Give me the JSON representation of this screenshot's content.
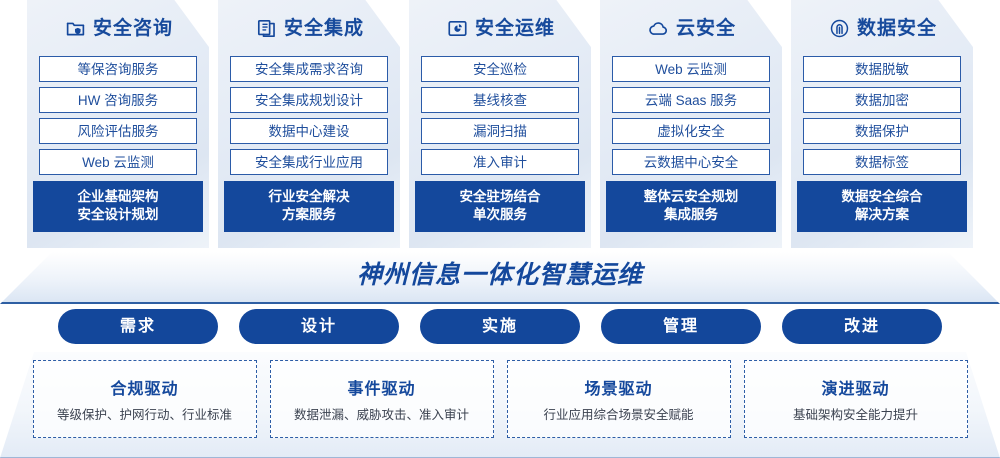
{
  "panels": [
    {
      "icon": "folder-shield-icon",
      "title": "安全咨询",
      "items": [
        "等保咨询服务",
        "HW 咨询服务",
        "风险评估服务",
        "Web 云监测"
      ],
      "summary": [
        "企业基础架构",
        "安全设计规划"
      ]
    },
    {
      "icon": "documents-copy-icon",
      "title": "安全集成",
      "items": [
        "安全集成需求咨询",
        "安全集成规划设计",
        "数据中心建设",
        "安全集成行业应用"
      ],
      "summary": [
        "行业安全解决",
        "方案服务"
      ]
    },
    {
      "icon": "folder-chart-icon",
      "title": "安全运维",
      "items": [
        "安全巡检",
        "基线核查",
        "漏洞扫描",
        "准入审计"
      ],
      "summary": [
        "安全驻场结合",
        "单次服务"
      ]
    },
    {
      "icon": "cloud-icon",
      "title": "云安全",
      "items": [
        "Web 云监测",
        "云端 Saas 服务",
        "虚拟化安全",
        "云数据中心安全"
      ],
      "summary": [
        "整体云安全规划",
        "集成服务"
      ]
    },
    {
      "icon": "fingerprint-icon",
      "title": "数据安全",
      "items": [
        "数据脱敏",
        "数据加密",
        "数据保护",
        "数据标签"
      ],
      "summary": [
        "数据安全综合",
        "解决方案"
      ]
    }
  ],
  "banner": {
    "title": "神州信息一体化智慧运维"
  },
  "pills": [
    {
      "label": "需求"
    },
    {
      "label": "设计"
    },
    {
      "label": "实施"
    },
    {
      "label": "管理"
    },
    {
      "label": "改进"
    }
  ],
  "drivers": [
    {
      "title": "合规驱动",
      "desc": "等级保护、护网行动、行业标准"
    },
    {
      "title": "事件驱动",
      "desc": "数据泄漏、威胁攻击、准入审计"
    },
    {
      "title": "场景驱动",
      "desc": "行业应用综合场景安全赋能"
    },
    {
      "title": "演进驱动",
      "desc": "基础架构安全能力提升"
    }
  ],
  "colors": {
    "brand_blue": "#14489c",
    "panel_border": "#2b5ba8",
    "text_dark": "#3b4250"
  }
}
